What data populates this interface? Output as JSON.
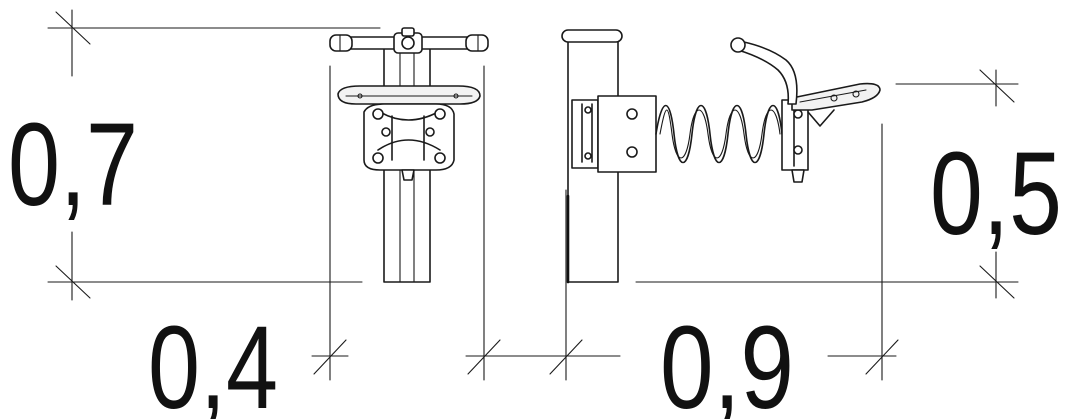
{
  "dimensions": {
    "height_left": "0,7",
    "height_right": "0,5",
    "width_left": "0,4",
    "width_right": "0,9"
  },
  "colors": {
    "line": "#1a1a1a",
    "background": "#ffffff"
  }
}
